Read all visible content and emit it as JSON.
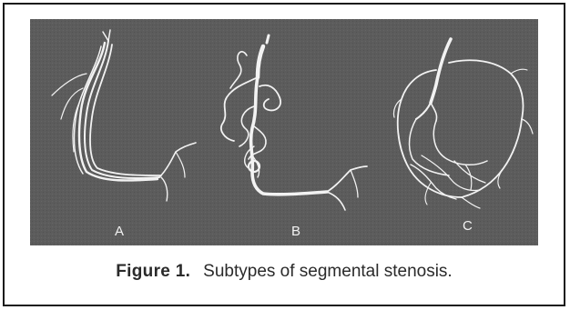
{
  "figure": {
    "panel_labels": [
      "A",
      "B",
      "C"
    ],
    "caption_number": "Figure 1.",
    "caption_text": "Subtypes of segmental stenosis."
  },
  "colors": {
    "panel_background": "#5c5c5c",
    "vessel": "#f2f2f2",
    "frame_border": "#1a1a1a"
  }
}
